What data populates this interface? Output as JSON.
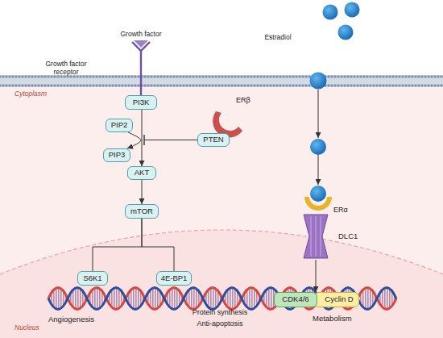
{
  "diagram": {
    "nodes": [
      {
        "text": [
          "PI3K"
        ]
      },
      {
        "text": [
          "PIP2"
        ]
      },
      {
        "text": [
          "PIP3"
        ]
      },
      {
        "text": [
          "PTEN"
        ]
      },
      {
        "text": [
          "AKT"
        ]
      },
      {
        "text": [
          "mTOR"
        ]
      },
      {
        "text": [
          "S6K1"
        ]
      },
      {
        "text": [
          "4E-BP1"
        ]
      },
      {
        "text": [
          "DLC1"
        ]
      },
      {
        "text": [
          "CDK4/6"
        ]
      },
      {
        "text": [
          "Cyclin D"
        ]
      }
    ],
    "edges": [
      {
        "from": 0,
        "to": 4,
        "arrow": "to"
      },
      {
        "from": 1,
        "to": 2,
        "arrow": "to"
      },
      {
        "from": 4,
        "to": 5,
        "arrow": "to"
      },
      {
        "from": 5,
        "to": 6,
        "arrow": "none"
      },
      {
        "from": 5,
        "to": 7,
        "arrow": "none"
      },
      {
        "from": 8,
        "to": 9,
        "arrow": "to"
      }
    ],
    "labels": [
      "Growth factor",
      "Growth factor receptor",
      "Estradiol",
      "Cytoplasm",
      "ERβ",
      "ERα",
      "Angiogenesis",
      "Protein synthesis",
      "Anti-apoptosis",
      "Metabolism",
      "Nucleus"
    ]
  }
}
